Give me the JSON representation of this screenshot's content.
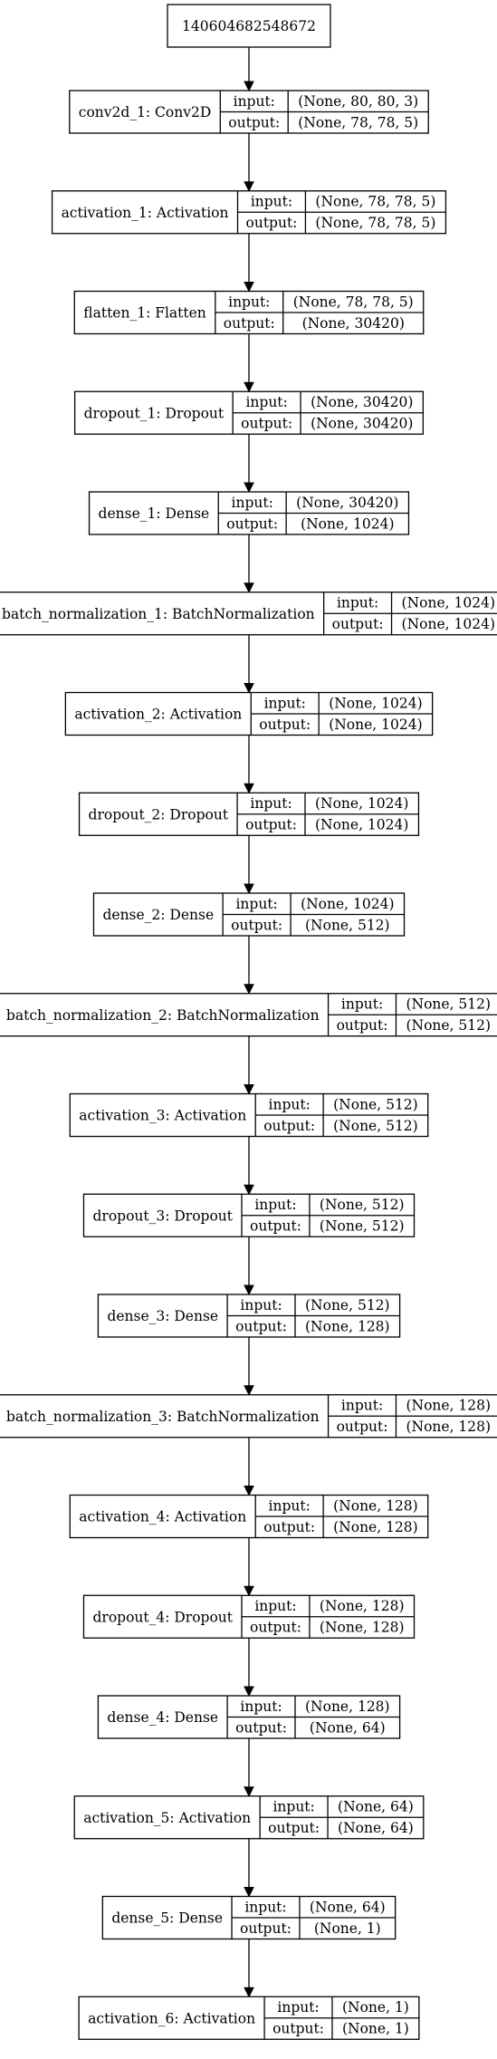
{
  "diagram": {
    "input_node": "140604682548672",
    "port_labels": {
      "input": "input:",
      "output": "output:"
    },
    "layers": [
      {
        "name": "conv2d_1: Conv2D",
        "input": "(None, 80, 80, 3)",
        "output": "(None, 78, 78, 5)"
      },
      {
        "name": "activation_1: Activation",
        "input": "(None, 78, 78, 5)",
        "output": "(None, 78, 78, 5)"
      },
      {
        "name": "flatten_1: Flatten",
        "input": "(None, 78, 78, 5)",
        "output": "(None, 30420)"
      },
      {
        "name": "dropout_1: Dropout",
        "input": "(None, 30420)",
        "output": "(None, 30420)"
      },
      {
        "name": "dense_1: Dense",
        "input": "(None, 30420)",
        "output": "(None, 1024)"
      },
      {
        "name": "batch_normalization_1: BatchNormalization",
        "input": "(None, 1024)",
        "output": "(None, 1024)"
      },
      {
        "name": "activation_2: Activation",
        "input": "(None, 1024)",
        "output": "(None, 1024)"
      },
      {
        "name": "dropout_2: Dropout",
        "input": "(None, 1024)",
        "output": "(None, 1024)"
      },
      {
        "name": "dense_2: Dense",
        "input": "(None, 1024)",
        "output": "(None, 512)"
      },
      {
        "name": "batch_normalization_2: BatchNormalization",
        "input": "(None, 512)",
        "output": "(None, 512)"
      },
      {
        "name": "activation_3: Activation",
        "input": "(None, 512)",
        "output": "(None, 512)"
      },
      {
        "name": "dropout_3: Dropout",
        "input": "(None, 512)",
        "output": "(None, 512)"
      },
      {
        "name": "dense_3: Dense",
        "input": "(None, 512)",
        "output": "(None, 128)"
      },
      {
        "name": "batch_normalization_3: BatchNormalization",
        "input": "(None, 128)",
        "output": "(None, 128)"
      },
      {
        "name": "activation_4: Activation",
        "input": "(None, 128)",
        "output": "(None, 128)"
      },
      {
        "name": "dropout_4: Dropout",
        "input": "(None, 128)",
        "output": "(None, 128)"
      },
      {
        "name": "dense_4: Dense",
        "input": "(None, 128)",
        "output": "(None, 64)"
      },
      {
        "name": "activation_5: Activation",
        "input": "(None, 64)",
        "output": "(None, 64)"
      },
      {
        "name": "dense_5: Dense",
        "input": "(None, 64)",
        "output": "(None, 1)"
      },
      {
        "name": "activation_6: Activation",
        "input": "(None, 1)",
        "output": "(None, 1)"
      }
    ]
  }
}
